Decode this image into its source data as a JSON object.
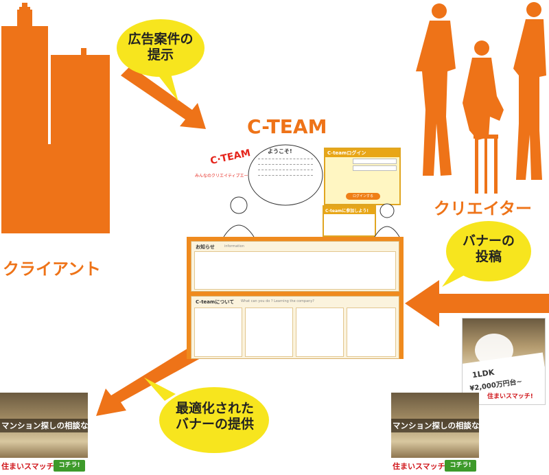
{
  "title": "C-TEAM",
  "labels": {
    "client": "クライアント",
    "creator": "クリエイター"
  },
  "bubbles": {
    "proposal": [
      "広告案件の",
      "提示"
    ],
    "posting": [
      "バナーの",
      "投稿"
    ],
    "provide": [
      "最適化された",
      "バナーの提供"
    ]
  },
  "site": {
    "logo": "C·TEAM",
    "tagline": "みんなのクリエイティブエージェンシー",
    "welcome": "ようこそ!",
    "login_title": "C-teamログイン",
    "login_btn": "ログインする",
    "join": "C-teamに参加しよう!",
    "news_title": "お知らせ",
    "news_sub": "information",
    "about_title": "C-teamについて",
    "about_sub": "What can you do ? Learning the company?"
  },
  "ad": {
    "headline": "マンション探しの相談なら",
    "logo": "住まいスマッチ!",
    "cta": "コチラ!"
  },
  "vertical_ad": {
    "plan": "1LDK",
    "price": "¥2,000万円台~",
    "logo": "住まいスマッチ!"
  },
  "colors": {
    "accent": "#ee7318",
    "bubble": "#f7e51e",
    "site_body": "#ef8a1e"
  }
}
